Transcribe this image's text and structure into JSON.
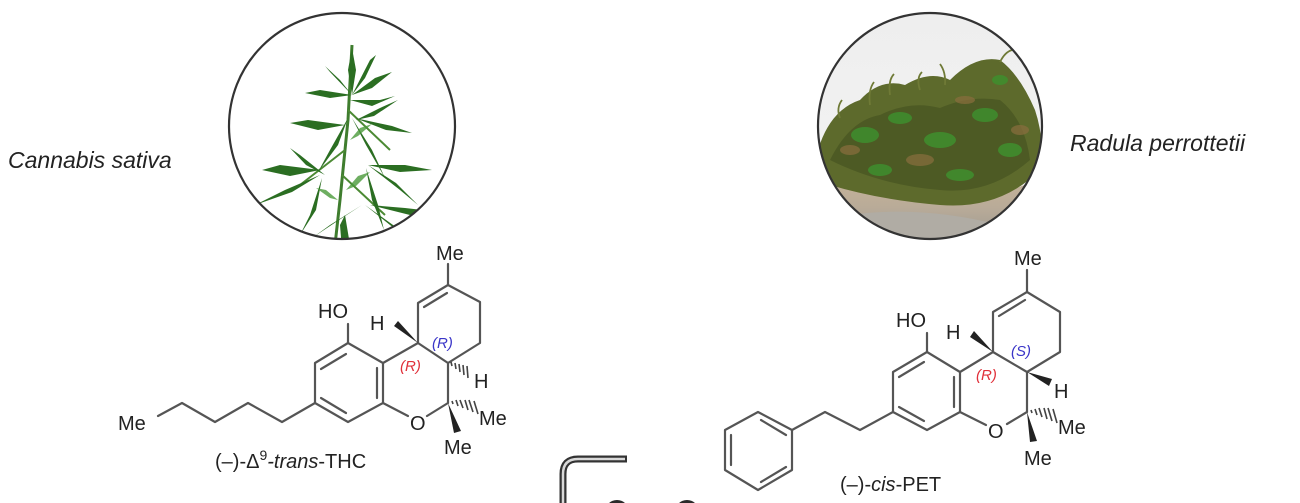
{
  "figure": {
    "left_panel": {
      "species_name": "Cannabis sativa",
      "photo_icon": "cannabis-plant-photo",
      "compound": {
        "caption_prefix": "(–)-Δ",
        "caption_superscript": "9",
        "caption_italic": "-trans",
        "caption_suffix": "-THC",
        "labels": {
          "top_methyl": "Me",
          "hydroxyl": "HO",
          "h_top": "H",
          "h_bottom": "H",
          "gem_methyl_1": "Me",
          "gem_methyl_2": "Me",
          "chain_methyl": "Me",
          "ring_oxygen": "O"
        },
        "stereocenters": [
          {
            "label": "(R)",
            "color": "#e0303a"
          },
          {
            "label": "(R)",
            "color": "#3a35c8"
          }
        ]
      }
    },
    "right_panel": {
      "species_name": "Radula perrottetii",
      "photo_icon": "liverwort-moss-photo",
      "compound": {
        "caption_prefix": "(–)-",
        "caption_italic": "cis",
        "caption_suffix": "-PET",
        "labels": {
          "top_methyl": "Me",
          "hydroxyl": "HO",
          "h_top": "H",
          "h_bottom": "H",
          "gem_methyl_1": "Me",
          "gem_methyl_2": "Me",
          "ring_oxygen": "O"
        },
        "stereocenters": [
          {
            "label": "(R)",
            "color": "#e0303a"
          },
          {
            "label": "(S)",
            "color": "#3a35c8"
          }
        ]
      }
    },
    "colors": {
      "bond": "#555555",
      "text": "#222222",
      "stereo_red": "#e0303a",
      "stereo_blue": "#3a35c8",
      "leaf_green": "#2e7d2a"
    }
  }
}
